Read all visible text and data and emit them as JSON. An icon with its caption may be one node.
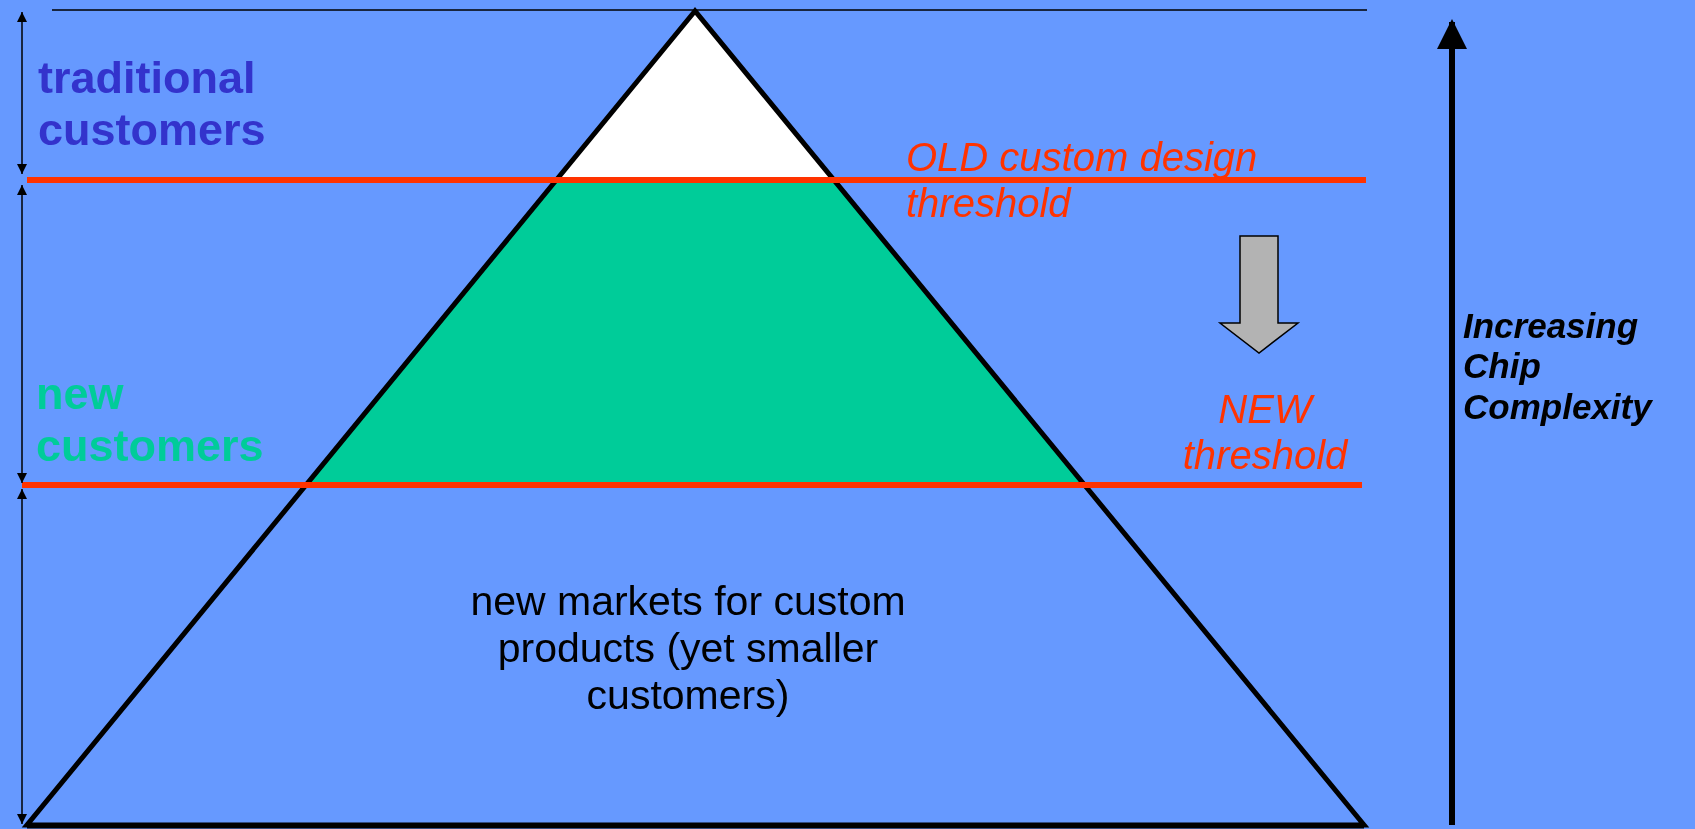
{
  "diagram": {
    "labels": [
      "traditional customers",
      "OLD custom design threshold",
      "new customers",
      "NEW threshold",
      "Increasing Chip Complexity",
      "new markets for custom products (yet smaller customers)"
    ]
  }
}
